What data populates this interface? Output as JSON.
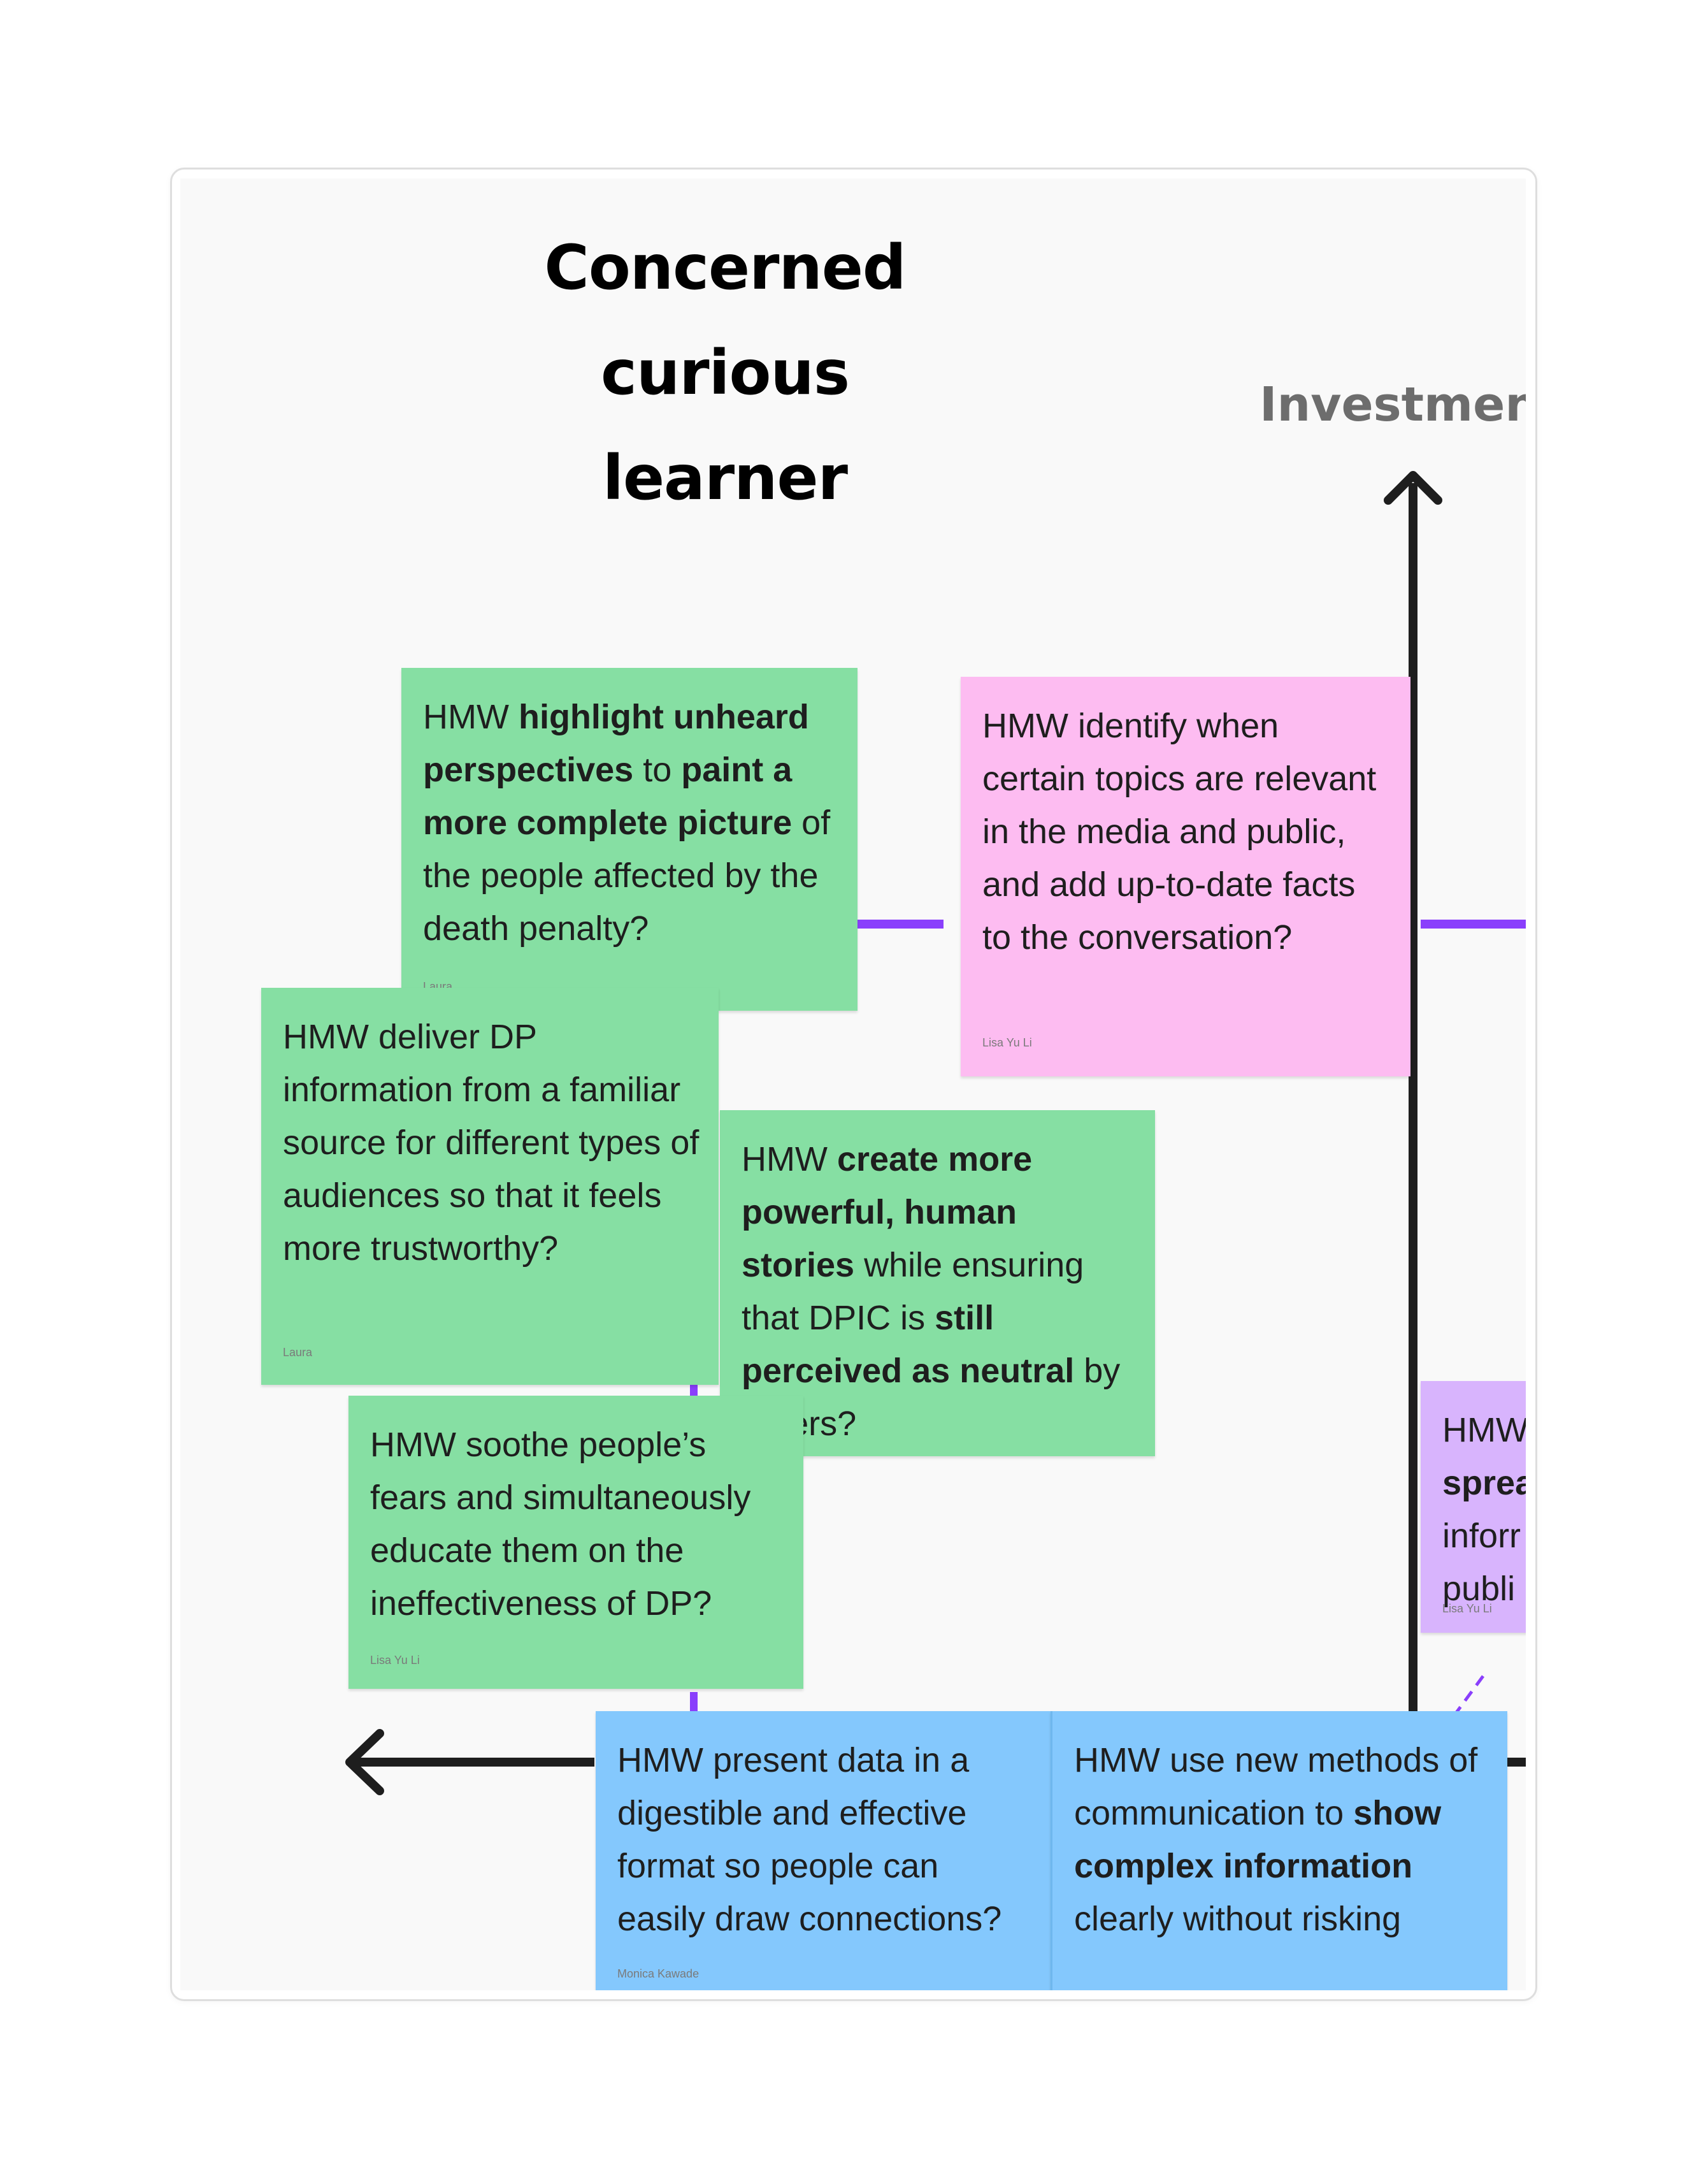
{
  "board": {
    "title": "Concerned curious learner",
    "axis_label": "Investment"
  },
  "colors": {
    "green": "#86dfa3",
    "pink": "#fdbcf1",
    "purple": "#d8b4fd",
    "blue": "#84c8fd",
    "axis": "#1e1e1e",
    "connector": "#8a3ffc"
  },
  "stickies": {
    "highlight": {
      "parts": [
        {
          "text": "HMW ",
          "bold": false
        },
        {
          "text": "highlight unheard perspectives",
          "bold": true
        },
        {
          "text": " to ",
          "bold": false
        },
        {
          "text": "paint a more complete picture",
          "bold": true
        },
        {
          "text": " of the people affected by the death penalty?",
          "bold": false
        }
      ],
      "author": "Laura"
    },
    "identify": {
      "parts": [
        {
          "text": "HMW identify when certain topics are relevant in the media and public, and add up-to-date facts to the conversation?",
          "bold": false
        }
      ],
      "author": "Lisa Yu Li"
    },
    "deliver": {
      "parts": [
        {
          "text": "HMW deliver DP information from a familiar source for different types of audiences so that it feels more trustworthy?",
          "bold": false
        }
      ],
      "author": "Laura"
    },
    "create": {
      "parts": [
        {
          "text": "HMW ",
          "bold": false
        },
        {
          "text": "create more powerful, human stories",
          "bold": true
        },
        {
          "text": " while ensuring that DPIC is ",
          "bold": false
        },
        {
          "text": "still perceived as neutral",
          "bold": true
        },
        {
          "text": " by others?",
          "bold": false
        }
      ],
      "author": ""
    },
    "soothe": {
      "parts": [
        {
          "text": "HMW soothe people’s fears and simultaneously educate them on the ineffectiveness of DP?",
          "bold": false
        }
      ],
      "author": "Lisa Yu Li"
    },
    "spread": {
      "parts": [
        {
          "text": "HMW ",
          "bold": false
        },
        {
          "text": "sprea",
          "bold": true
        },
        {
          "text": " inforr publi",
          "bold": false
        }
      ],
      "author": "Lisa Yu Li"
    },
    "present": {
      "parts": [
        {
          "text": "HMW present data in a digestible and effective format so people can easily draw connections?",
          "bold": false
        }
      ],
      "author": "Monica Kawade"
    },
    "methods": {
      "parts": [
        {
          "text": "HMW use new methods of communication to ",
          "bold": false
        },
        {
          "text": "show complex information",
          "bold": true
        },
        {
          "text": " clearly without risking",
          "bold": false
        }
      ],
      "author": ""
    }
  }
}
